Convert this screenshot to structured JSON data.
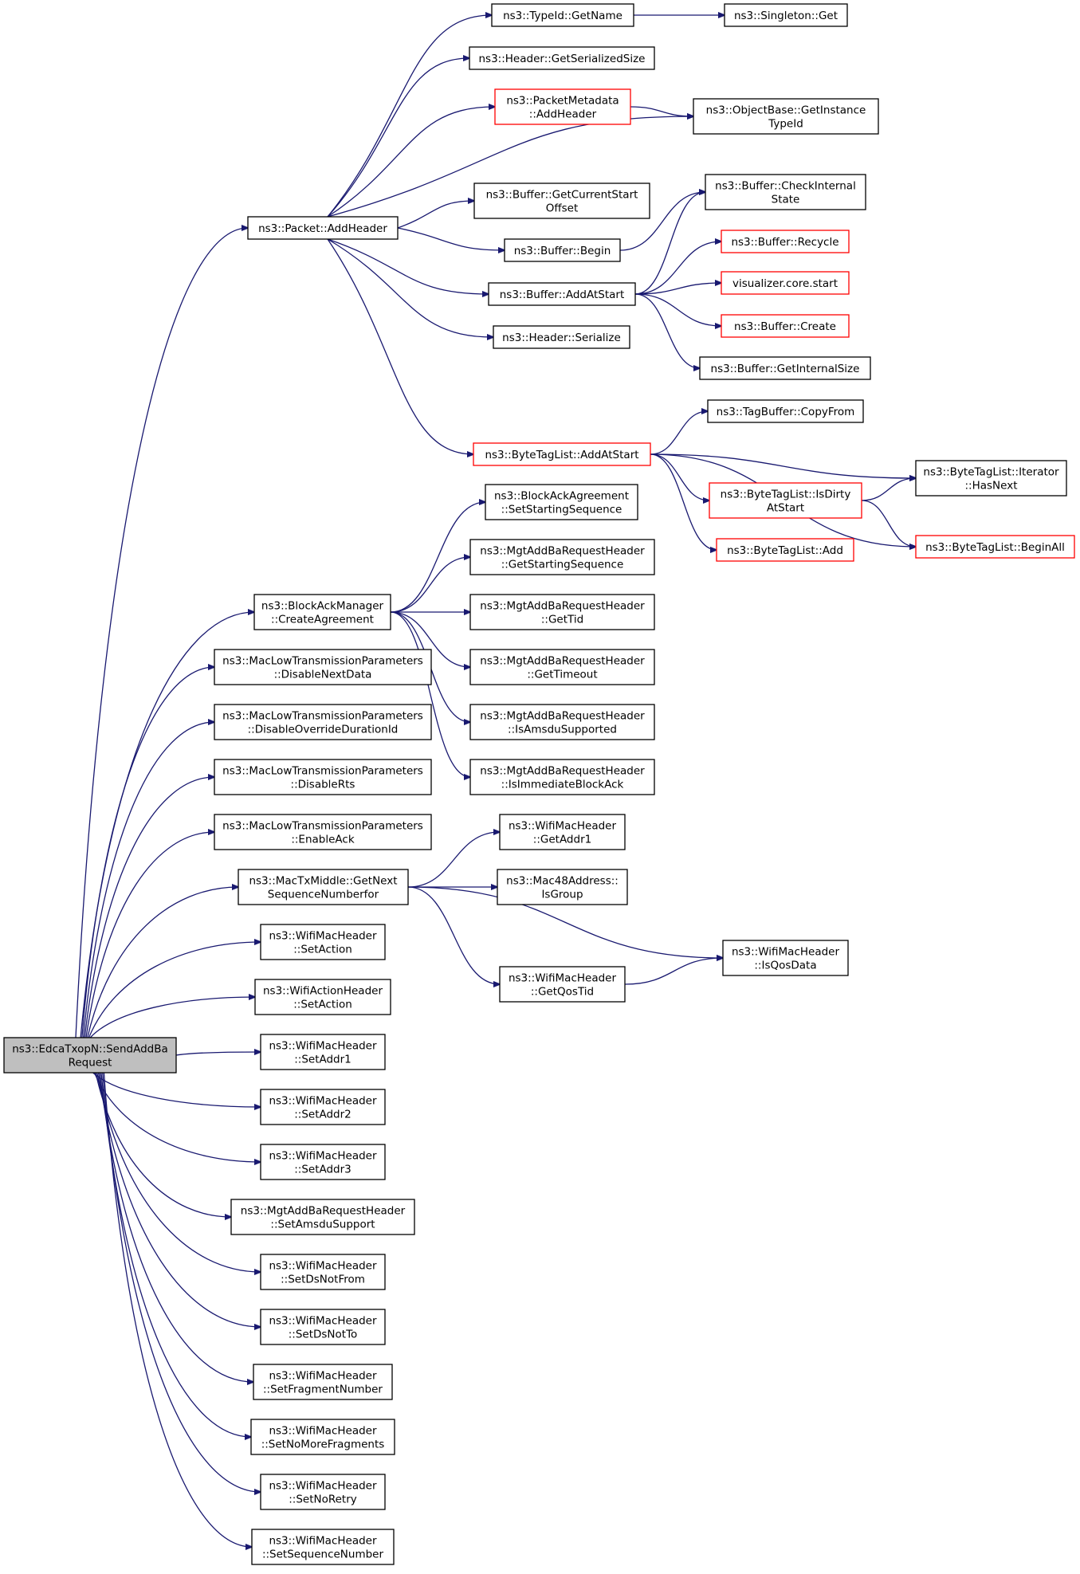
{
  "graph": {
    "edge_color": "#191970",
    "root_fill": "#bfbfbf",
    "highlight_border_color": "#ff0000",
    "nodes": [
      {
        "id": "root",
        "lines": [
          "ns3::EdcaTxopN::SendAddBa",
          "Request"
        ],
        "style": "root"
      },
      {
        "id": "pktAddHeader",
        "lines": [
          "ns3::Packet::AddHeader"
        ]
      },
      {
        "id": "typeIdGetName",
        "lines": [
          "ns3::TypeId::GetName"
        ]
      },
      {
        "id": "singletonGet",
        "lines": [
          "ns3::Singleton::Get"
        ]
      },
      {
        "id": "hdrGetSerSize",
        "lines": [
          "ns3::Header::GetSerializedSize"
        ]
      },
      {
        "id": "pmAddHeader",
        "lines": [
          "ns3::PacketMetadata",
          "::AddHeader"
        ],
        "style": "red"
      },
      {
        "id": "objBaseTypeId",
        "lines": [
          "ns3::ObjectBase::GetInstance",
          "TypeId"
        ]
      },
      {
        "id": "bufGetCurStart",
        "lines": [
          "ns3::Buffer::GetCurrentStart",
          "Offset"
        ]
      },
      {
        "id": "bufCheckInternal",
        "lines": [
          "ns3::Buffer::CheckInternal",
          "State"
        ]
      },
      {
        "id": "bufBegin",
        "lines": [
          "ns3::Buffer::Begin"
        ]
      },
      {
        "id": "bufRecycle",
        "lines": [
          "ns3::Buffer::Recycle"
        ],
        "style": "red"
      },
      {
        "id": "bufAddAtStart",
        "lines": [
          "ns3::Buffer::AddAtStart"
        ]
      },
      {
        "id": "vizStart",
        "lines": [
          "visualizer.core.start"
        ],
        "style": "red"
      },
      {
        "id": "bufCreate",
        "lines": [
          "ns3::Buffer::Create"
        ],
        "style": "red"
      },
      {
        "id": "hdrSerialize",
        "lines": [
          "ns3::Header::Serialize"
        ]
      },
      {
        "id": "bufGetInternalSize",
        "lines": [
          "ns3::Buffer::GetInternalSize"
        ]
      },
      {
        "id": "tagBufCopyFrom",
        "lines": [
          "ns3::TagBuffer::CopyFrom"
        ]
      },
      {
        "id": "btlAddAtStart",
        "lines": [
          "ns3::ByteTagList::AddAtStart"
        ],
        "style": "red"
      },
      {
        "id": "btlIterHasNext",
        "lines": [
          "ns3::ByteTagList::Iterator",
          "::HasNext"
        ]
      },
      {
        "id": "btlIsDirty",
        "lines": [
          "ns3::ByteTagList::IsDirty",
          "AtStart"
        ],
        "style": "red"
      },
      {
        "id": "btlAdd",
        "lines": [
          "ns3::ByteTagList::Add"
        ],
        "style": "red"
      },
      {
        "id": "btlBeginAll",
        "lines": [
          "ns3::ByteTagList::BeginAll"
        ],
        "style": "red"
      },
      {
        "id": "baaSetStartSeq",
        "lines": [
          "ns3::BlockAckAgreement",
          "::SetStartingSequence"
        ]
      },
      {
        "id": "bamCreateAgreement",
        "lines": [
          "ns3::BlockAckManager",
          "::CreateAgreement"
        ]
      },
      {
        "id": "mgtGetStartSeq",
        "lines": [
          "ns3::MgtAddBaRequestHeader",
          "::GetStartingSequence"
        ]
      },
      {
        "id": "mgtGetTid",
        "lines": [
          "ns3::MgtAddBaRequestHeader",
          "::GetTid"
        ]
      },
      {
        "id": "mgtGetTimeout",
        "lines": [
          "ns3::MgtAddBaRequestHeader",
          "::GetTimeout"
        ]
      },
      {
        "id": "mgtIsAmsdu",
        "lines": [
          "ns3::MgtAddBaRequestHeader",
          "::IsAmsduSupported"
        ]
      },
      {
        "id": "mgtIsImmediate",
        "lines": [
          "ns3::MgtAddBaRequestHeader",
          "::IsImmediateBlockAck"
        ]
      },
      {
        "id": "mltpDisableNextData",
        "lines": [
          "ns3::MacLowTransmissionParameters",
          "::DisableNextData"
        ]
      },
      {
        "id": "mltpDisableOverride",
        "lines": [
          "ns3::MacLowTransmissionParameters",
          "::DisableOverrideDurationId"
        ]
      },
      {
        "id": "mltpDisableRts",
        "lines": [
          "ns3::MacLowTransmissionParameters",
          "::DisableRts"
        ]
      },
      {
        "id": "mltpEnableAck",
        "lines": [
          "ns3::MacLowTransmissionParameters",
          "::EnableAck"
        ]
      },
      {
        "id": "wmhGetAddr1",
        "lines": [
          "ns3::WifiMacHeader",
          "::GetAddr1"
        ]
      },
      {
        "id": "mtmGetNextSeq",
        "lines": [
          "ns3::MacTxMiddle::GetNext",
          "SequenceNumberfor"
        ]
      },
      {
        "id": "mac48IsGroup",
        "lines": [
          "ns3::Mac48Address::",
          "IsGroup"
        ]
      },
      {
        "id": "wmhIsQosData",
        "lines": [
          "ns3::WifiMacHeader",
          "::IsQosData"
        ]
      },
      {
        "id": "wmhGetQosTid",
        "lines": [
          "ns3::WifiMacHeader",
          "::GetQosTid"
        ]
      },
      {
        "id": "wmhSetAction",
        "lines": [
          "ns3::WifiMacHeader",
          "::SetAction"
        ]
      },
      {
        "id": "wahSetAction",
        "lines": [
          "ns3::WifiActionHeader",
          "::SetAction"
        ]
      },
      {
        "id": "wmhSetAddr1",
        "lines": [
          "ns3::WifiMacHeader",
          "::SetAddr1"
        ]
      },
      {
        "id": "wmhSetAddr2",
        "lines": [
          "ns3::WifiMacHeader",
          "::SetAddr2"
        ]
      },
      {
        "id": "wmhSetAddr3",
        "lines": [
          "ns3::WifiMacHeader",
          "::SetAddr3"
        ]
      },
      {
        "id": "mgtSetAmsdu",
        "lines": [
          "ns3::MgtAddBaRequestHeader",
          "::SetAmsduSupport"
        ]
      },
      {
        "id": "wmhSetDsNotFrom",
        "lines": [
          "ns3::WifiMacHeader",
          "::SetDsNotFrom"
        ]
      },
      {
        "id": "wmhSetDsNotTo",
        "lines": [
          "ns3::WifiMacHeader",
          "::SetDsNotTo"
        ]
      },
      {
        "id": "wmhSetFragNum",
        "lines": [
          "ns3::WifiMacHeader",
          "::SetFragmentNumber"
        ]
      },
      {
        "id": "wmhSetNoMoreFrag",
        "lines": [
          "ns3::WifiMacHeader",
          "::SetNoMoreFragments"
        ]
      },
      {
        "id": "wmhSetNoRetry",
        "lines": [
          "ns3::WifiMacHeader",
          "::SetNoRetry"
        ]
      },
      {
        "id": "wmhSetSeqNum",
        "lines": [
          "ns3::WifiMacHeader",
          "::SetSequenceNumber"
        ]
      }
    ],
    "edges": [
      [
        "root",
        "pktAddHeader"
      ],
      [
        "root",
        "bamCreateAgreement"
      ],
      [
        "root",
        "mltpDisableNextData"
      ],
      [
        "root",
        "mltpDisableOverride"
      ],
      [
        "root",
        "mltpDisableRts"
      ],
      [
        "root",
        "mltpEnableAck"
      ],
      [
        "root",
        "mtmGetNextSeq"
      ],
      [
        "root",
        "wmhSetAction"
      ],
      [
        "root",
        "wahSetAction"
      ],
      [
        "root",
        "wmhSetAddr1"
      ],
      [
        "root",
        "wmhSetAddr2"
      ],
      [
        "root",
        "wmhSetAddr3"
      ],
      [
        "root",
        "mgtSetAmsdu"
      ],
      [
        "root",
        "wmhSetDsNotFrom"
      ],
      [
        "root",
        "wmhSetDsNotTo"
      ],
      [
        "root",
        "wmhSetFragNum"
      ],
      [
        "root",
        "wmhSetNoMoreFrag"
      ],
      [
        "root",
        "wmhSetNoRetry"
      ],
      [
        "root",
        "wmhSetSeqNum"
      ],
      [
        "pktAddHeader",
        "typeIdGetName"
      ],
      [
        "pktAddHeader",
        "hdrGetSerSize"
      ],
      [
        "pktAddHeader",
        "pmAddHeader"
      ],
      [
        "pktAddHeader",
        "objBaseTypeId"
      ],
      [
        "pktAddHeader",
        "bufGetCurStart"
      ],
      [
        "pktAddHeader",
        "bufBegin"
      ],
      [
        "pktAddHeader",
        "bufAddAtStart"
      ],
      [
        "pktAddHeader",
        "hdrSerialize"
      ],
      [
        "pktAddHeader",
        "btlAddAtStart"
      ],
      [
        "typeIdGetName",
        "singletonGet"
      ],
      [
        "pmAddHeader",
        "objBaseTypeId"
      ],
      [
        "bufBegin",
        "bufCheckInternal"
      ],
      [
        "bufAddAtStart",
        "bufCheckInternal"
      ],
      [
        "bufAddAtStart",
        "bufRecycle"
      ],
      [
        "bufAddAtStart",
        "vizStart"
      ],
      [
        "bufAddAtStart",
        "bufCreate"
      ],
      [
        "bufAddAtStart",
        "bufGetInternalSize"
      ],
      [
        "btlAddAtStart",
        "tagBufCopyFrom"
      ],
      [
        "btlAddAtStart",
        "btlIterHasNext"
      ],
      [
        "btlAddAtStart",
        "btlIsDirty"
      ],
      [
        "btlAddAtStart",
        "btlAdd"
      ],
      [
        "btlAddAtStart",
        "btlBeginAll"
      ],
      [
        "btlIsDirty",
        "btlIterHasNext"
      ],
      [
        "btlIsDirty",
        "btlBeginAll"
      ],
      [
        "bamCreateAgreement",
        "baaSetStartSeq"
      ],
      [
        "bamCreateAgreement",
        "mgtGetStartSeq"
      ],
      [
        "bamCreateAgreement",
        "mgtGetTid"
      ],
      [
        "bamCreateAgreement",
        "mgtGetTimeout"
      ],
      [
        "bamCreateAgreement",
        "mgtIsAmsdu"
      ],
      [
        "bamCreateAgreement",
        "mgtIsImmediate"
      ],
      [
        "mtmGetNextSeq",
        "wmhGetAddr1"
      ],
      [
        "mtmGetNextSeq",
        "mac48IsGroup"
      ],
      [
        "mtmGetNextSeq",
        "wmhIsQosData"
      ],
      [
        "mtmGetNextSeq",
        "wmhGetQosTid"
      ],
      [
        "wmhGetQosTid",
        "wmhIsQosData"
      ]
    ]
  }
}
